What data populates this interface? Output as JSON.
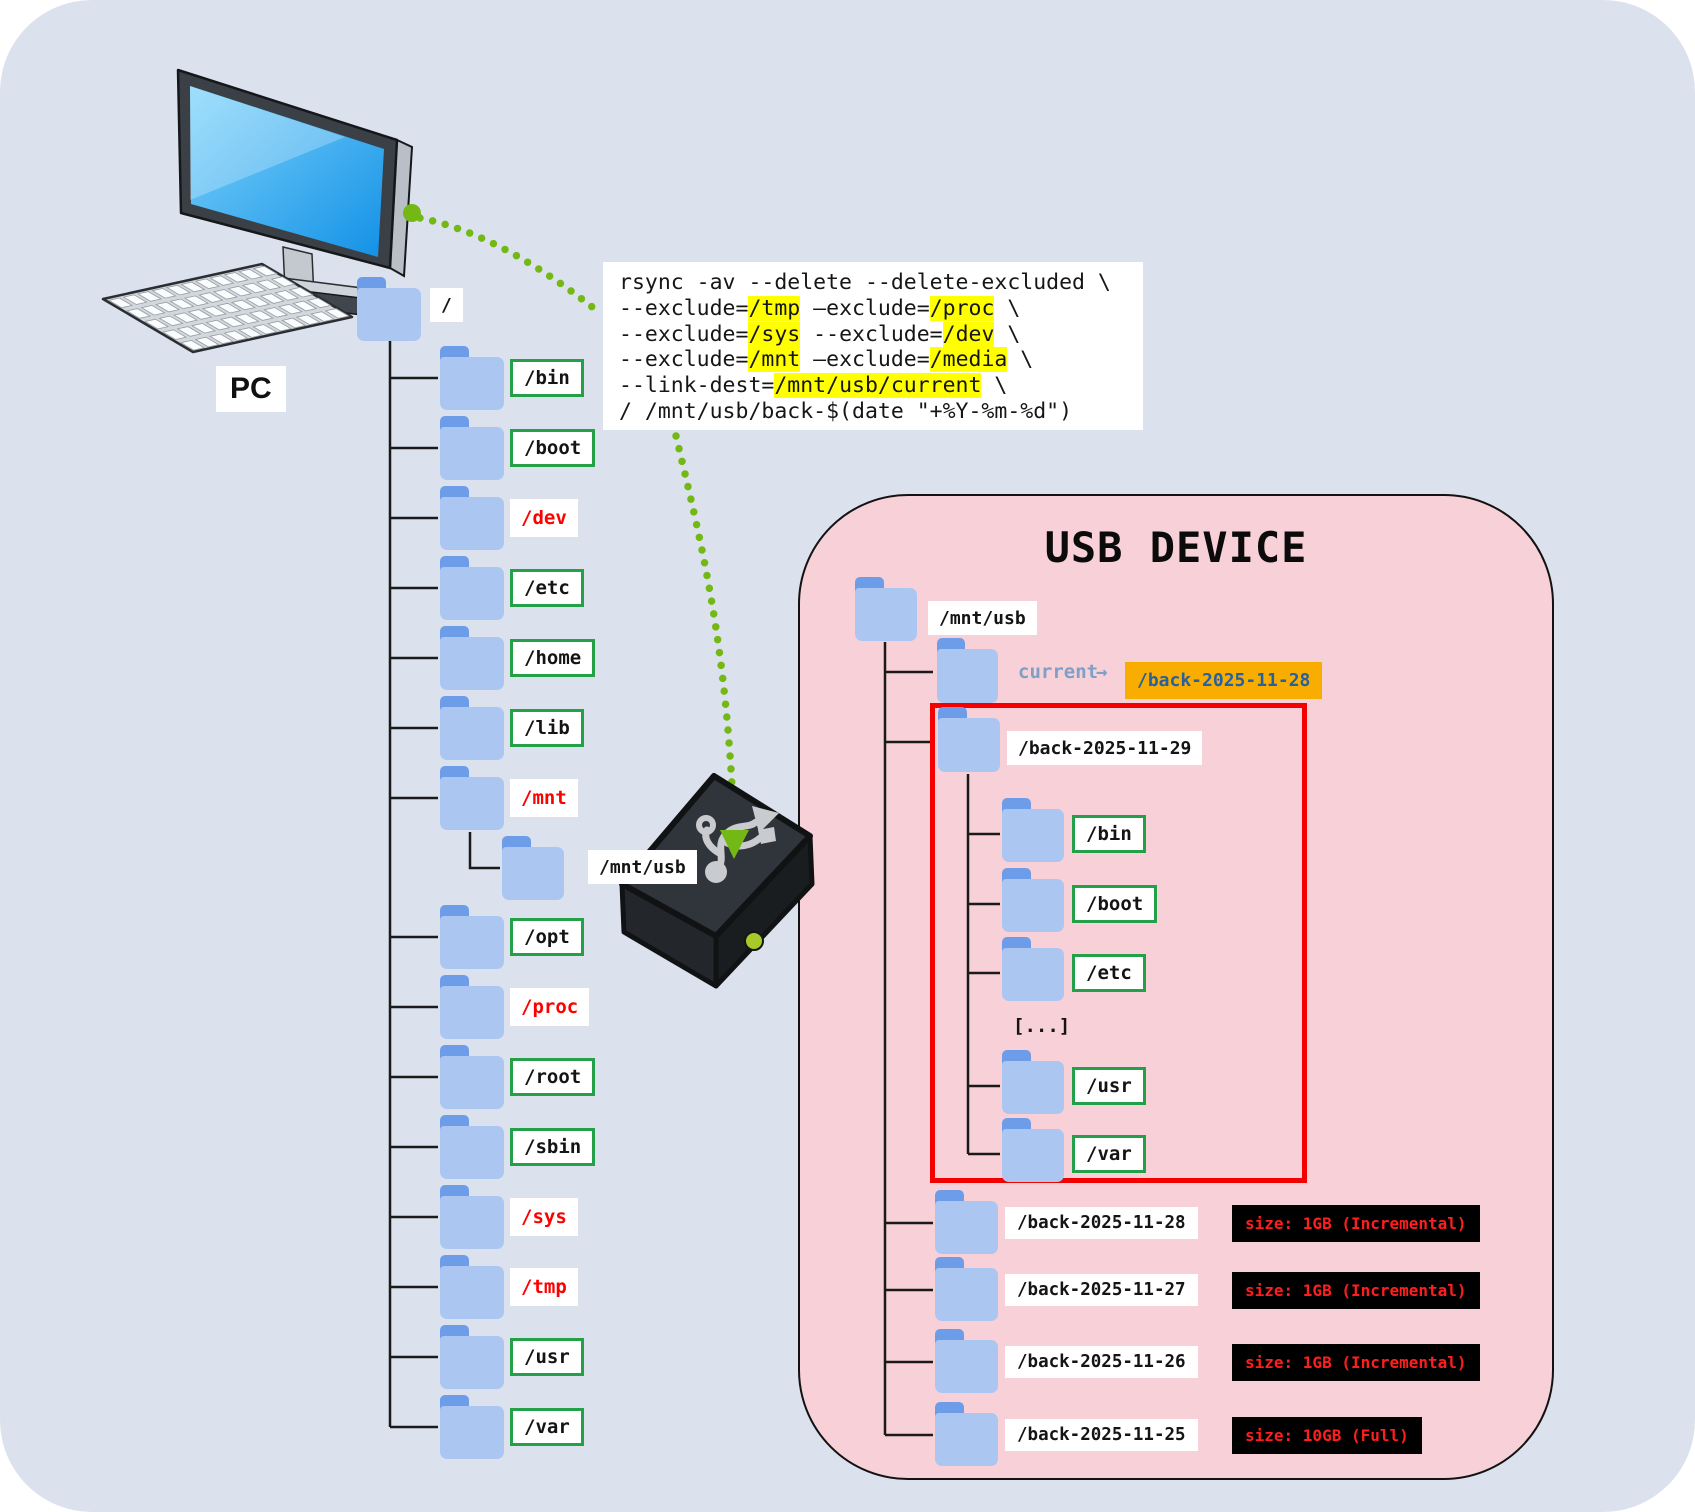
{
  "pc_label": "PC",
  "fs_tree": {
    "root": "/",
    "items": [
      {
        "label": "/bin",
        "excluded": false
      },
      {
        "label": "/boot",
        "excluded": false
      },
      {
        "label": "/dev",
        "excluded": true
      },
      {
        "label": "/etc",
        "excluded": false
      },
      {
        "label": "/home",
        "excluded": false
      },
      {
        "label": "/lib",
        "excluded": false
      },
      {
        "label": "/mnt",
        "excluded": true,
        "child": "/mnt/usb"
      },
      {
        "label": "/opt",
        "excluded": false
      },
      {
        "label": "/proc",
        "excluded": true
      },
      {
        "label": "/root",
        "excluded": false
      },
      {
        "label": "/sbin",
        "excluded": false
      },
      {
        "label": "/sys",
        "excluded": true
      },
      {
        "label": "/tmp",
        "excluded": true
      },
      {
        "label": "/usr",
        "excluded": false
      },
      {
        "label": "/var",
        "excluded": false
      }
    ]
  },
  "command": {
    "lines": [
      [
        {
          "t": "rsync -av --delete --delete-excluded \\"
        }
      ],
      [
        {
          "t": "--exclude="
        },
        {
          "t": "/tmp",
          "hl": true
        },
        {
          "t": " –exclude="
        },
        {
          "t": "/proc",
          "hl": true
        },
        {
          "t": " \\"
        }
      ],
      [
        {
          "t": "--exclude="
        },
        {
          "t": "/sys",
          "hl": true
        },
        {
          "t": " --exclude="
        },
        {
          "t": "/dev",
          "hl": true
        },
        {
          "t": " \\"
        }
      ],
      [
        {
          "t": "--exclude="
        },
        {
          "t": "/mnt",
          "hl": true
        },
        {
          "t": " –exclude="
        },
        {
          "t": "/media",
          "hl": true
        },
        {
          "t": " \\"
        }
      ],
      [
        {
          "t": "--link-dest="
        },
        {
          "t": "/mnt/usb/current",
          "hl": true
        },
        {
          "t": " \\"
        }
      ],
      [
        {
          "t": "/ /mnt/usb/back-$(date \"+%Y-%m-%d\")"
        }
      ]
    ]
  },
  "usb_device": {
    "label": "/mnt/usb"
  },
  "usb_panel": {
    "title": "USB DEVICE",
    "root": "/mnt/usb",
    "current": {
      "name": "current",
      "arrow": "→",
      "target": "/back-2025-11-28"
    },
    "highlighted_backup": {
      "label": "/back-2025-11-29",
      "children": [
        {
          "label": "/bin"
        },
        {
          "label": "/boot"
        },
        {
          "label": "/etc"
        },
        {
          "label": "[...]",
          "ellipsis": true
        },
        {
          "label": "/usr"
        },
        {
          "label": "/var"
        }
      ]
    },
    "backups": [
      {
        "label": "/back-2025-11-28",
        "size": "size: 1GB (Incremental)"
      },
      {
        "label": "/back-2025-11-27",
        "size": "size: 1GB (Incremental)"
      },
      {
        "label": "/back-2025-11-26",
        "size": "size: 1GB (Incremental)"
      },
      {
        "label": "/back-2025-11-25",
        "size": "size: 10GB (Full)"
      }
    ]
  },
  "colors": {
    "canvas_bg": "#dbe2ee",
    "panel_pink": "#f8d0d7",
    "accent_green_dots": "#74b816",
    "kept_green_border": "#24a148",
    "excluded_red": "#ff0000",
    "highlight_yellow": "#ffff00",
    "badge_orange": "#f9ad00",
    "badge_text_blue": "#27609f",
    "size_badge_bg": "#000000",
    "size_text_red": "#ff1e1e",
    "current_text_blue": "#7e9fc8",
    "red_box_border": "#f50000",
    "folder_tab": "#6d9de9",
    "folder_body": "#abc7f1"
  }
}
